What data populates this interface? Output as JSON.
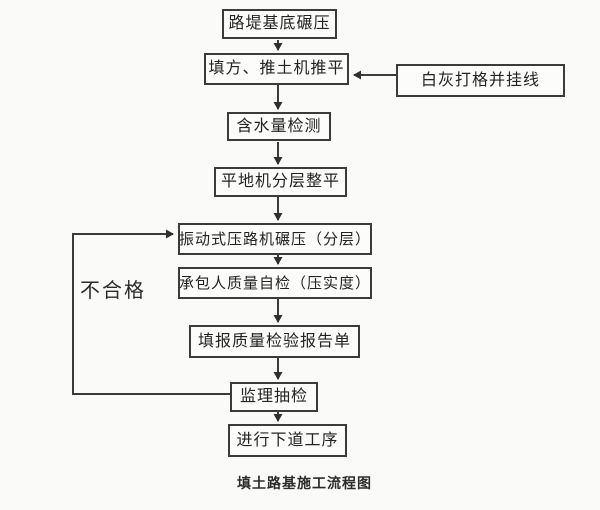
{
  "flowchart": {
    "title": "填土路基施工流程图",
    "fail_label": "不合格",
    "nodes": [
      {
        "id": "roadbed-base-compaction",
        "label": "路堤基底碾压"
      },
      {
        "id": "fill-bulldozer-leveling",
        "label": "填方、推土机推平"
      },
      {
        "id": "lime-grid-hanging-line",
        "label": "白灰打格并挂线"
      },
      {
        "id": "water-content-test",
        "label": "含水量检测"
      },
      {
        "id": "grader-layered-leveling",
        "label": "平地机分层整平"
      },
      {
        "id": "vibratory-roller-compaction",
        "label": "振动式压路机碾压（分层）"
      },
      {
        "id": "contractor-self-inspection",
        "label": "承包人质量自检（压实度）"
      },
      {
        "id": "quality-inspection-report",
        "label": "填报质量检验报告单"
      },
      {
        "id": "supervisor-spot-check",
        "label": "监理抽检"
      },
      {
        "id": "next-process",
        "label": "进行下道工序"
      }
    ],
    "edges": [
      {
        "from": "roadbed-base-compaction",
        "to": "fill-bulldozer-leveling"
      },
      {
        "from": "lime-grid-hanging-line",
        "to": "fill-bulldozer-leveling"
      },
      {
        "from": "fill-bulldozer-leveling",
        "to": "water-content-test"
      },
      {
        "from": "water-content-test",
        "to": "grader-layered-leveling"
      },
      {
        "from": "grader-layered-leveling",
        "to": "vibratory-roller-compaction"
      },
      {
        "from": "vibratory-roller-compaction",
        "to": "contractor-self-inspection"
      },
      {
        "from": "contractor-self-inspection",
        "to": "quality-inspection-report"
      },
      {
        "from": "quality-inspection-report",
        "to": "supervisor-spot-check"
      },
      {
        "from": "supervisor-spot-check",
        "to": "next-process"
      },
      {
        "from": "supervisor-spot-check",
        "to": "vibratory-roller-compaction",
        "label": "不合格"
      }
    ],
    "colors": {
      "background": "#fafaf8",
      "line": "#3b3b3b",
      "text": "#232323"
    }
  }
}
